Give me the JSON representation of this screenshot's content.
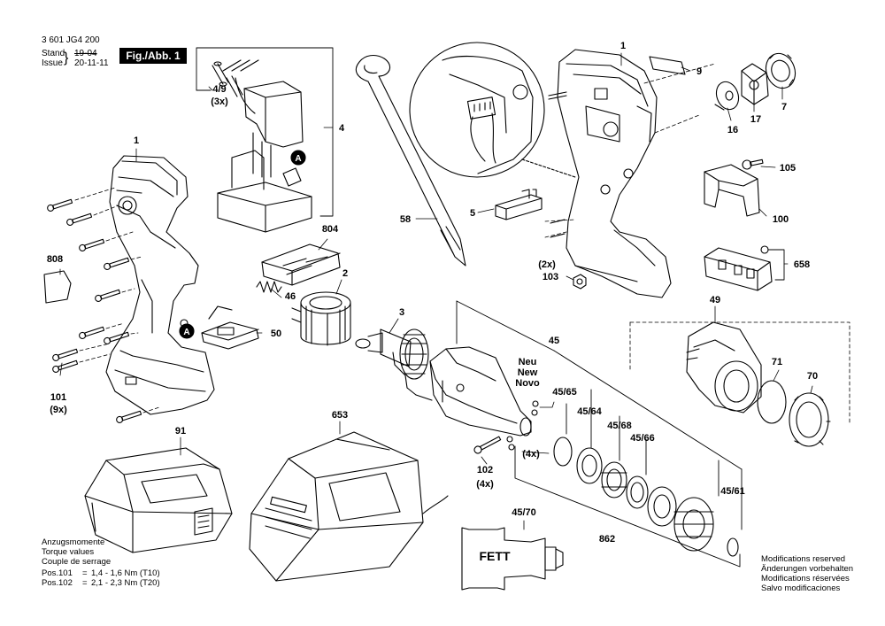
{
  "header": {
    "code": "3 601 JG4 200",
    "stand_label": "Stand",
    "stand_value": "19-04",
    "issue_label": "Issue",
    "issue_value": "20-11-11",
    "figure_label": "Fig./Abb. 1"
  },
  "callouts": [
    {
      "label": "1",
      "id": "housing-left"
    },
    {
      "label": "1",
      "id": "housing-right"
    },
    {
      "label": "4/9",
      "id": "switch-cable"
    },
    {
      "label": "(3x)",
      "id": "switch-cable-qty"
    },
    {
      "label": "4",
      "id": "switch-module"
    },
    {
      "label": "A",
      "id": "connector-a-top"
    },
    {
      "label": "A",
      "id": "connector-a-handle"
    },
    {
      "label": "808",
      "id": "nameplate"
    },
    {
      "label": "804",
      "id": "bracket-plate"
    },
    {
      "label": "2",
      "id": "motor-stator"
    },
    {
      "label": "46",
      "id": "spring"
    },
    {
      "label": "3",
      "id": "rotor"
    },
    {
      "label": "50",
      "id": "led-board"
    },
    {
      "label": "101",
      "id": "housing-screw"
    },
    {
      "label": "(9x)",
      "id": "housing-screw-qty"
    },
    {
      "label": "58",
      "id": "belt-hook"
    },
    {
      "label": "5",
      "id": "slide-switch"
    },
    {
      "label": "9",
      "id": "label-plate"
    },
    {
      "label": "16",
      "id": "disc"
    },
    {
      "label": "17",
      "id": "selector"
    },
    {
      "label": "7",
      "id": "selector-ring"
    },
    {
      "label": "105",
      "id": "clip-screw"
    },
    {
      "label": "100",
      "id": "clip"
    },
    {
      "label": "658",
      "id": "bit-holder"
    },
    {
      "label": "(2x)",
      "id": "nut-qty"
    },
    {
      "label": "103",
      "id": "nut"
    },
    {
      "label": "45",
      "id": "gear-housing"
    },
    {
      "label": "Neu",
      "id": "new-de"
    },
    {
      "label": "New",
      "id": "new-en"
    },
    {
      "label": "Novo",
      "id": "new-pt"
    },
    {
      "label": "45/65",
      "id": "retaining-ring"
    },
    {
      "label": "45/64",
      "id": "bearing-1"
    },
    {
      "label": "45/68",
      "id": "bearing-2"
    },
    {
      "label": "45/66",
      "id": "washer"
    },
    {
      "label": "45/61",
      "id": "snap-ring"
    },
    {
      "label": "(4x)",
      "id": "ball-qty"
    },
    {
      "label": "102",
      "id": "gear-screw"
    },
    {
      "label": "(4x)",
      "id": "gear-screw-qty"
    },
    {
      "label": "49",
      "id": "front-cap"
    },
    {
      "label": "71",
      "id": "cap-ring"
    },
    {
      "label": "70",
      "id": "cap-bumper"
    },
    {
      "label": "91",
      "id": "battery"
    },
    {
      "label": "653",
      "id": "charger"
    },
    {
      "label": "45/70",
      "id": "grease"
    },
    {
      "label": "862",
      "id": "gear-kit"
    }
  ],
  "grease_label": "FETT",
  "torque": {
    "lines": [
      "Anzugsmomente",
      "Torque values",
      "Couple de serrage"
    ],
    "rows": [
      {
        "pos": "Pos.101",
        "eq": "=",
        "value": "1,4 - 1,6 Nm (T10)"
      },
      {
        "pos": "Pos.102",
        "eq": "=",
        "value": "2,1 - 2,3 Nm (T20)"
      }
    ]
  },
  "modifications": [
    "Modifications reserved",
    "Änderungen vorbehalten",
    "Modifications réservées",
    "Salvo modificaciones"
  ]
}
